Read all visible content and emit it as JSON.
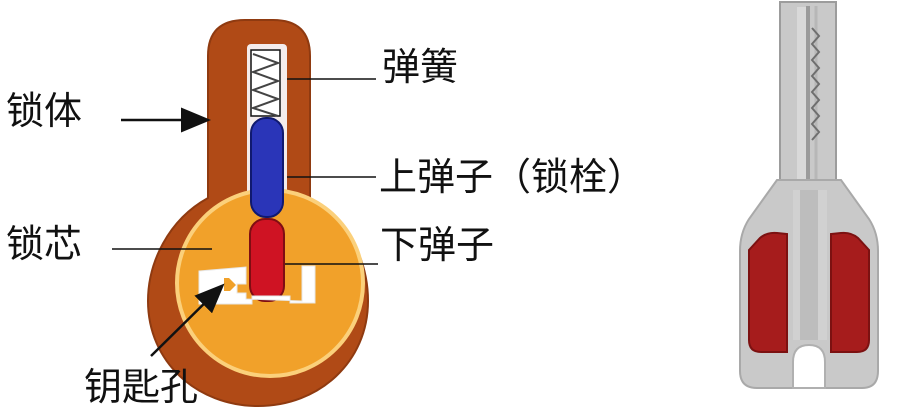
{
  "labels": {
    "lock_body": "锁体",
    "spring": "弹簧",
    "upper_pin": "上弹子（锁栓）",
    "lock_core": "锁芯",
    "lower_pin": "下弹子",
    "keyhole": "钥匙孔"
  },
  "colors": {
    "lock_body": "#b04a16",
    "lock_core": "#f1a12a",
    "upper_pin": "#2a35b8",
    "lower_pin": "#cf1323",
    "key_body": "#c9c9c9",
    "key_cut": "#a61c1c",
    "line": "#111111"
  }
}
